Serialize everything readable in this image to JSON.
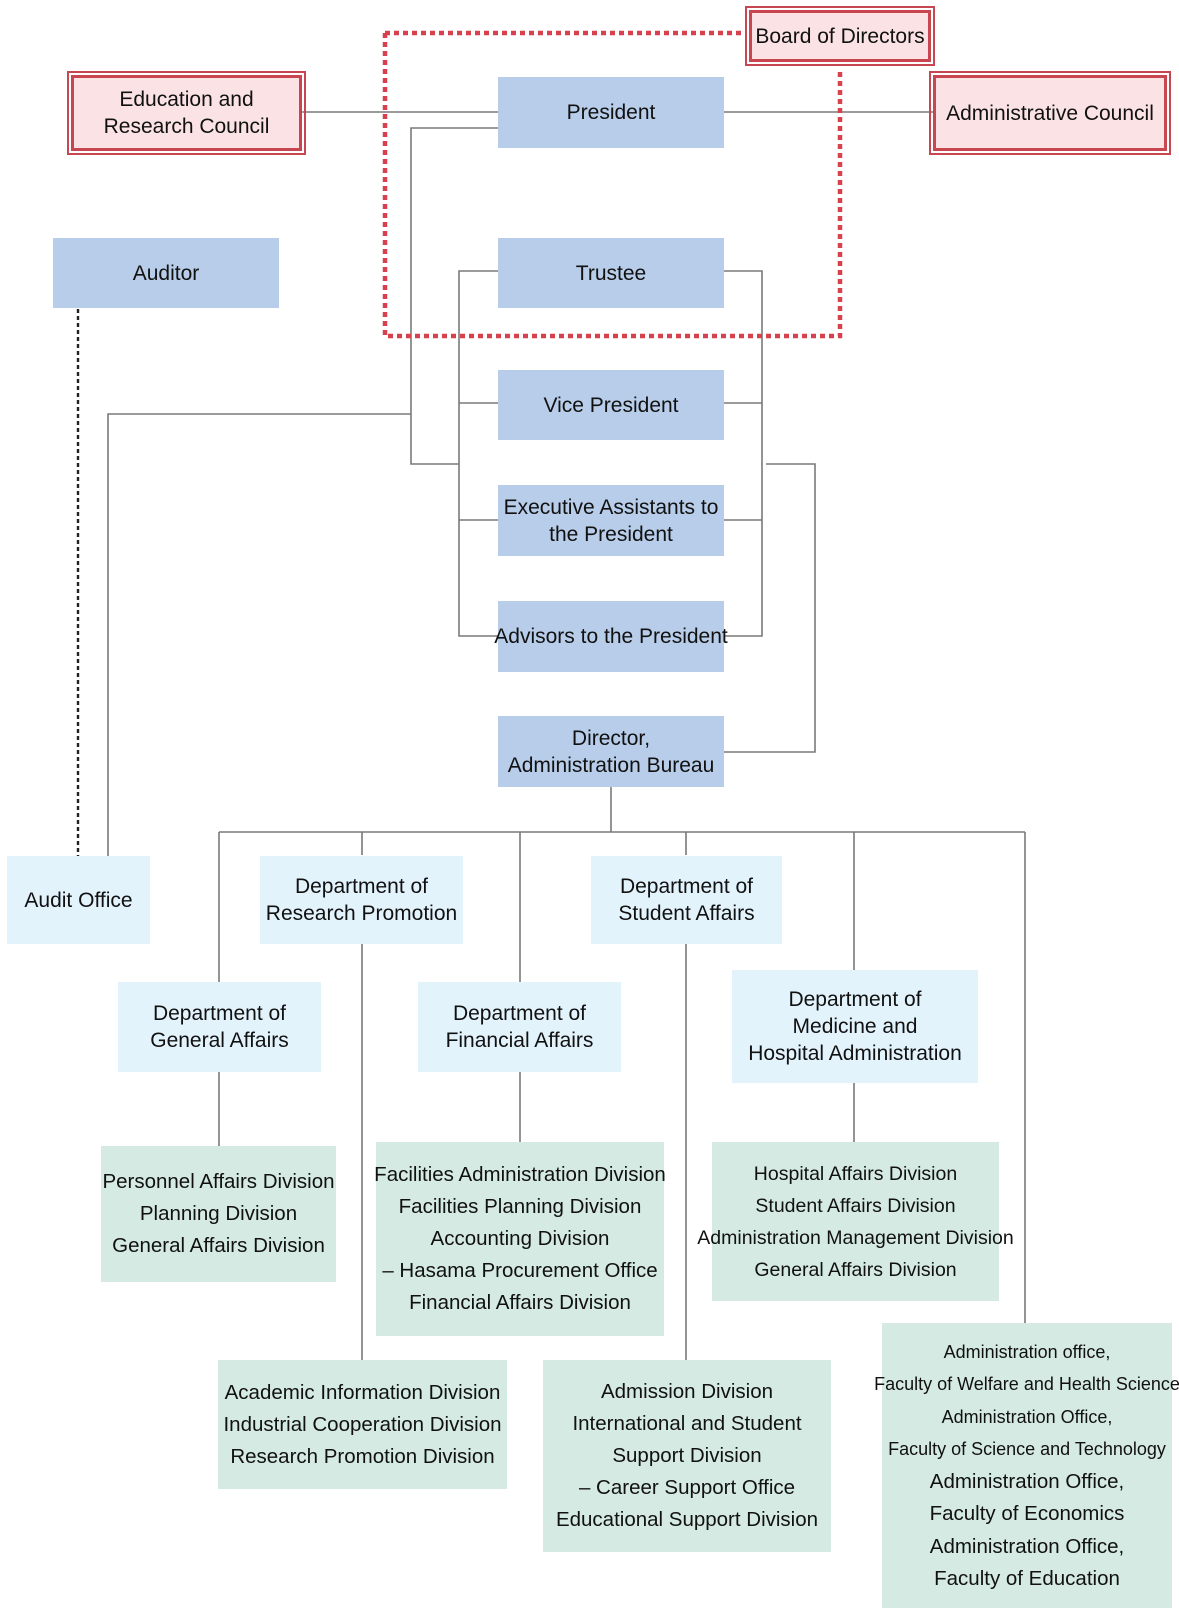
{
  "board": {
    "label": "Board of Directors"
  },
  "councils": {
    "education": [
      "Education and",
      "Research Council"
    ],
    "administrative": [
      "Administrative Council"
    ]
  },
  "executives": {
    "president": [
      "President"
    ],
    "trustee": [
      "Trustee"
    ],
    "auditor": [
      "Auditor"
    ],
    "vice_president": [
      "Vice President"
    ],
    "executive_assistants": [
      "Executive Assistants to",
      "the President"
    ],
    "advisors": [
      "Advisors to the President"
    ],
    "director": [
      "Director,",
      "Administration Bureau"
    ]
  },
  "departments": {
    "audit_office": [
      "Audit Office"
    ],
    "research_promotion": [
      "Department of",
      "Research Promotion"
    ],
    "student_affairs": [
      "Department of",
      "Student Affairs"
    ],
    "general_affairs": [
      "Department of",
      "General Affairs"
    ],
    "financial_affairs": [
      "Department of",
      "Financial Affairs"
    ],
    "medicine_hospital": [
      "Department of",
      "Medicine and",
      "Hospital Administration"
    ]
  },
  "divisions": {
    "general_affairs": [
      "Personnel Affairs Division",
      "Planning Division",
      "General Affairs Division"
    ],
    "financial_affairs": [
      "Facilities Administration Division",
      "Facilities Planning Division",
      "Accounting Division",
      "– Hasama Procurement Office",
      "Financial Affairs Division"
    ],
    "medicine_hospital": [
      "Hospital Affairs Division",
      "Student Affairs Division",
      "Administration Management Division",
      "General Affairs Division"
    ],
    "research_promotion": [
      "Academic Information Division",
      "Industrial Cooperation Division",
      "Research Promotion Division"
    ],
    "student_affairs": [
      "Admission Division",
      "International and Student",
      "Support Division",
      "– Career Support Office",
      "Educational Support Division"
    ],
    "faculty_offices": [
      "Administration office,",
      "Faculty of Welfare and Health Science",
      "Administration Office,",
      "Faculty of Science and Technology",
      "Administration Office,",
      "Faculty of Economics",
      "Administration Office,",
      "Faculty of Education"
    ]
  },
  "colors": {
    "executive_fill": "#b8cde9",
    "council_fill": "#fbe3e5",
    "council_border": "#c8464f",
    "department_fill": "#e3f3fc",
    "division_fill": "#d5eae2",
    "board_dotted_line": "#d6414d",
    "connector_line": "#777777"
  }
}
